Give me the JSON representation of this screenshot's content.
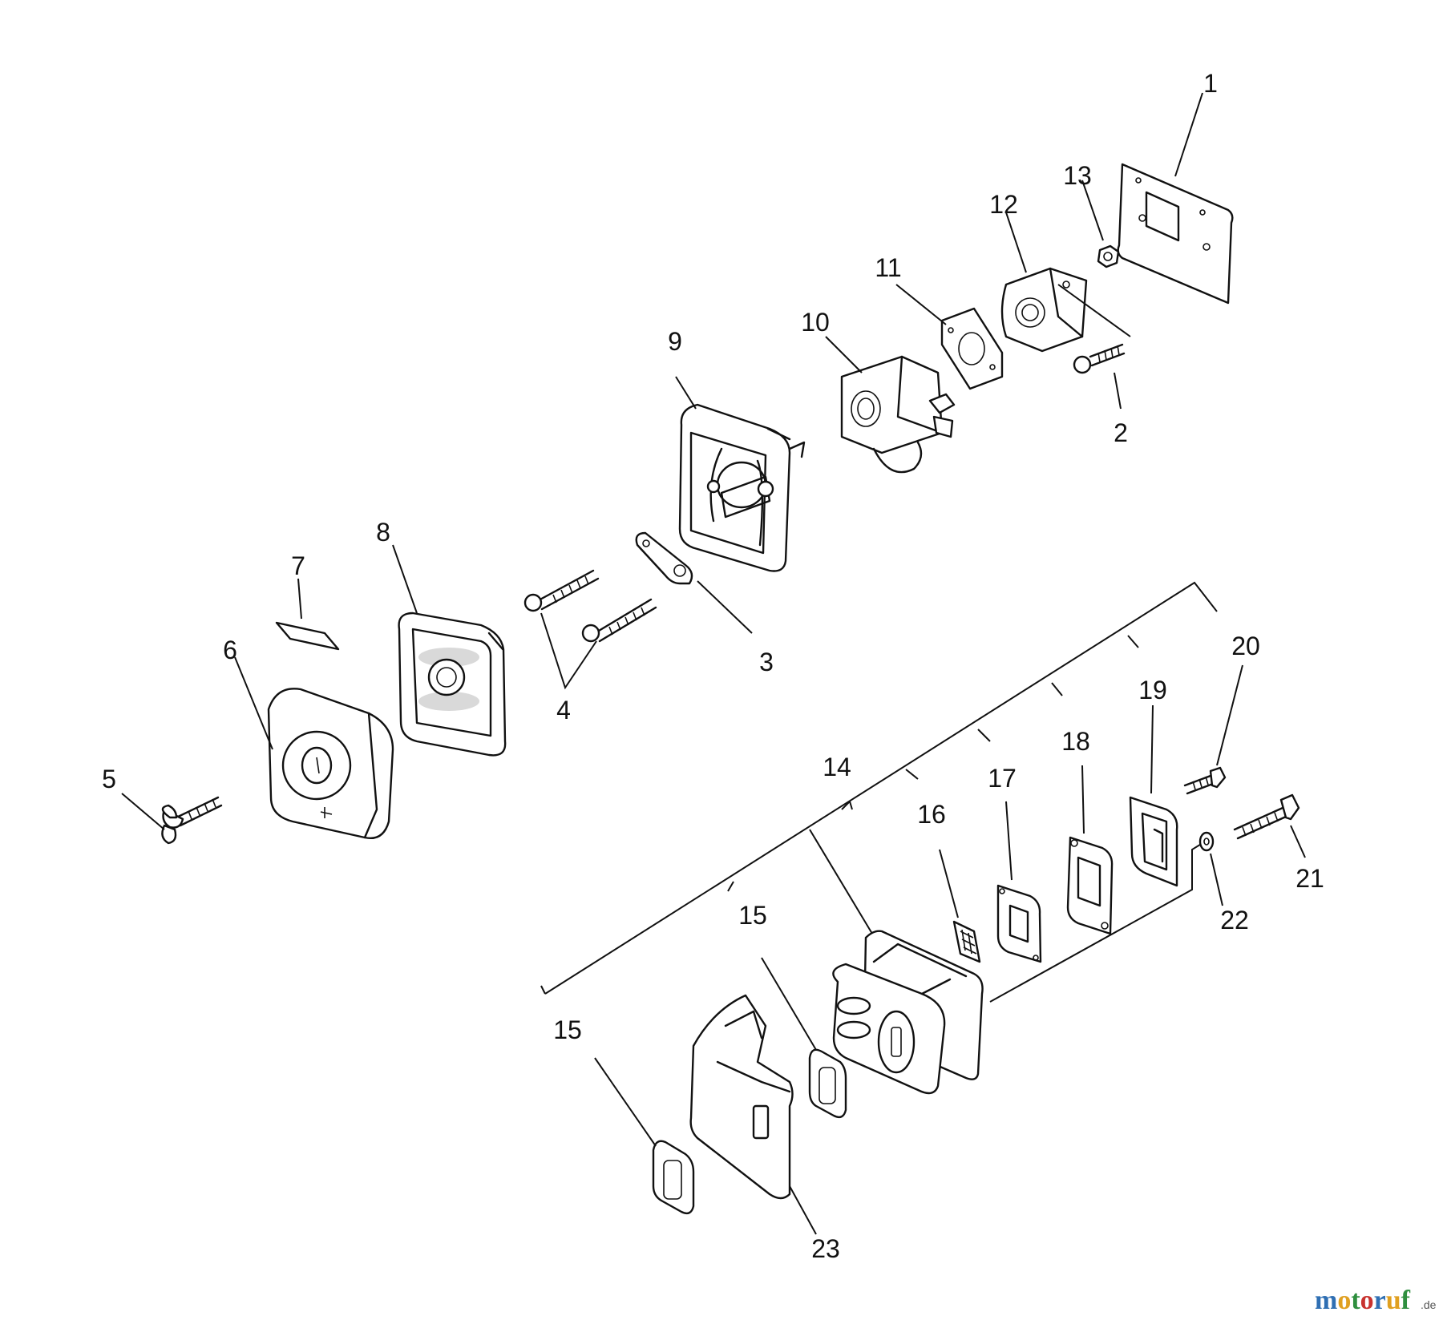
{
  "labels": {
    "p1": "1",
    "p2": "2",
    "p3": "3",
    "p4": "4",
    "p5": "5",
    "p6": "6",
    "p7": "7",
    "p8": "8",
    "p9": "9",
    "p10": "10",
    "p11": "11",
    "p12": "12",
    "p13": "13",
    "p14": "14",
    "p15a": "15",
    "p15b": "15",
    "p16": "16",
    "p17": "17",
    "p18": "18",
    "p19": "19",
    "p20": "20",
    "p21": "21",
    "p22": "22",
    "p23": "23"
  },
  "watermark": {
    "text": "motoruf",
    "suffix": ".de"
  }
}
